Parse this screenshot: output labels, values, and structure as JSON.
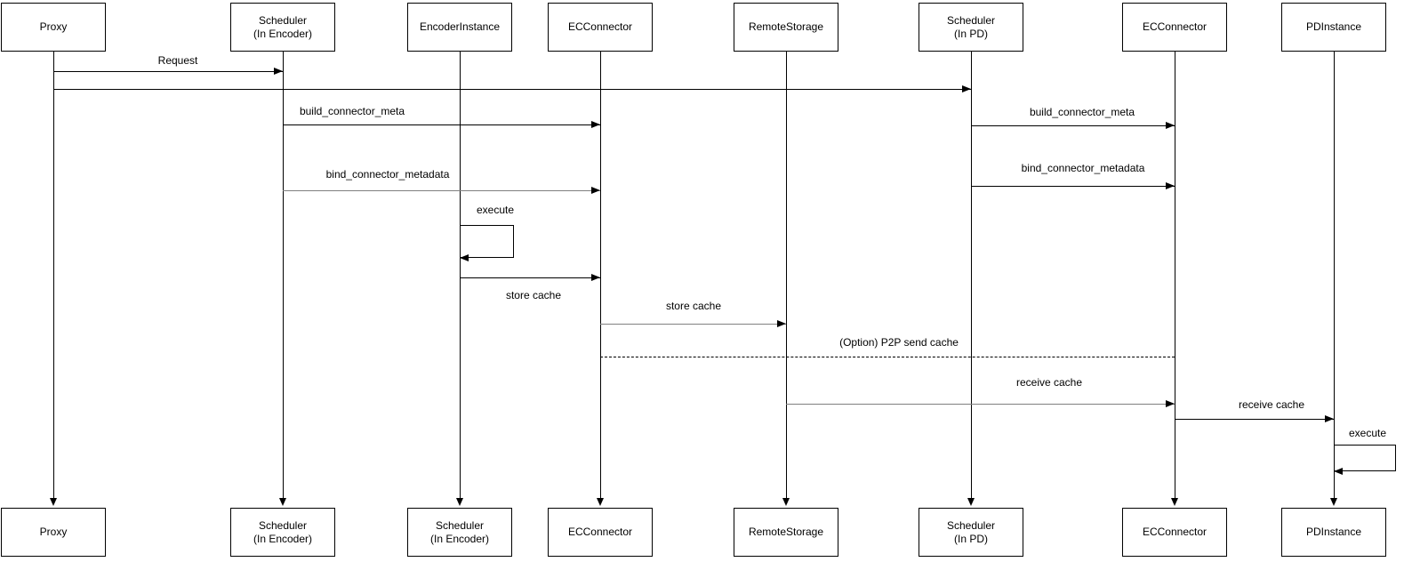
{
  "diagram": {
    "kind": "uml-sequence-diagram",
    "background": "#ffffff",
    "line_color": "#000000",
    "muted_line_color": "#808080",
    "text_color": "#000000"
  },
  "actors_top": [
    {
      "line1": "Proxy",
      "line2": ""
    },
    {
      "line1": "Scheduler",
      "line2": "(In Encoder)"
    },
    {
      "line1": "EncoderInstance",
      "line2": ""
    },
    {
      "line1": "ECConnector",
      "line2": ""
    },
    {
      "line1": "RemoteStorage",
      "line2": ""
    },
    {
      "line1": "Scheduler",
      "line2": "(In PD)"
    },
    {
      "line1": "ECConnector",
      "line2": ""
    },
    {
      "line1": "PDInstance",
      "line2": ""
    }
  ],
  "actors_bottom": [
    {
      "line1": "Proxy",
      "line2": ""
    },
    {
      "line1": "Scheduler",
      "line2": "(In Encoder)"
    },
    {
      "line1": "Scheduler",
      "line2": "(In Encoder)"
    },
    {
      "line1": "ECConnector",
      "line2": ""
    },
    {
      "line1": "RemoteStorage",
      "line2": ""
    },
    {
      "line1": "Scheduler",
      "line2": "(In PD)"
    },
    {
      "line1": "ECConnector",
      "line2": ""
    },
    {
      "line1": "PDInstance",
      "line2": ""
    }
  ],
  "messages": [
    {
      "label": "Request",
      "from": "Proxy",
      "to": "Scheduler (In Encoder)",
      "style": "solid",
      "line_color": "#000000"
    },
    {
      "label": "",
      "from": "Proxy",
      "to": "Scheduler (In PD)",
      "style": "solid",
      "line_color": "#000000"
    },
    {
      "label": "build_connector_meta",
      "from": "Scheduler (In Encoder)",
      "to": "ECConnector",
      "style": "solid",
      "line_color": "#000000"
    },
    {
      "label": "build_connector_meta",
      "from": "Scheduler (In PD)",
      "to": "ECConnector",
      "style": "solid",
      "line_color": "#000000"
    },
    {
      "label": "bind_connector_metadata",
      "from": "Scheduler (In Encoder)",
      "to": "ECConnector",
      "style": "solid",
      "line_color": "#808080"
    },
    {
      "label": "bind_connector_metadata",
      "from": "Scheduler (In PD)",
      "to": "ECConnector",
      "style": "solid",
      "line_color": "#000000"
    },
    {
      "label": "execute",
      "from": "EncoderInstance",
      "to": "EncoderInstance",
      "style": "self-loop",
      "line_color": "#000000"
    },
    {
      "label": "store cache",
      "from": "EncoderInstance",
      "to": "ECConnector",
      "style": "solid",
      "label_position": "below",
      "line_color": "#000000"
    },
    {
      "label": "store cache",
      "from": "ECConnector",
      "to": "RemoteStorage",
      "style": "solid",
      "line_color": "#808080"
    },
    {
      "label": "(Option) P2P send cache",
      "from": "ECConnector",
      "to": "ECConnector (PD side)",
      "style": "dashed",
      "line_color": "#000000"
    },
    {
      "label": "receive cache",
      "from": "RemoteStorage",
      "to": "ECConnector (PD side)",
      "style": "solid",
      "line_color": "#808080"
    },
    {
      "label": "receive cache",
      "from": "ECConnector (PD side)",
      "to": "PDInstance",
      "style": "solid",
      "line_color": "#000000"
    },
    {
      "label": "execute",
      "from": "PDInstance",
      "to": "PDInstance",
      "style": "self-loop",
      "line_color": "#000000"
    }
  ]
}
